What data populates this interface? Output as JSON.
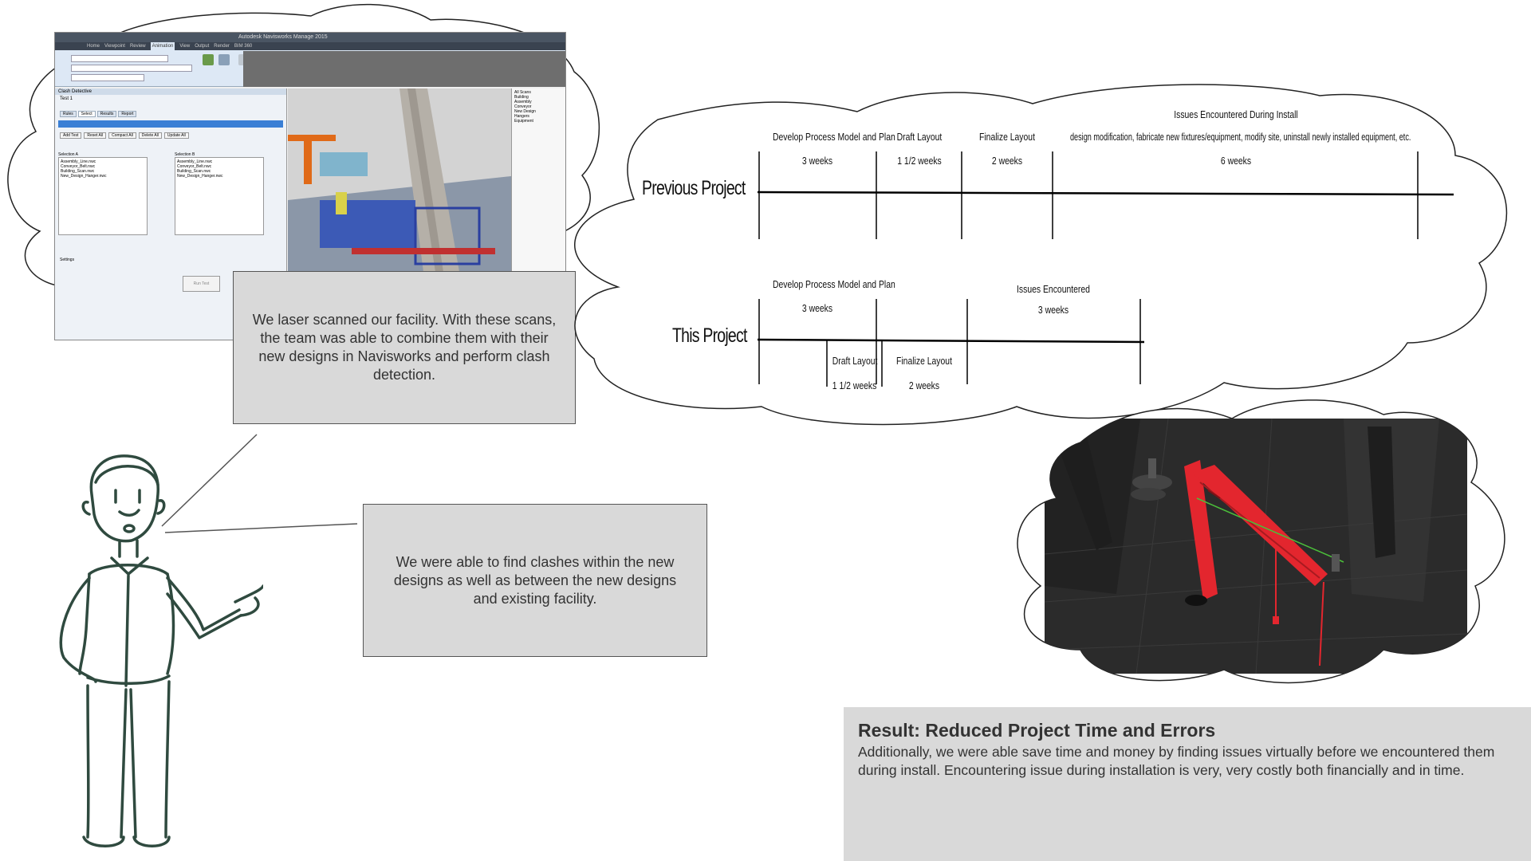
{
  "navisworks": {
    "title_bar": "Autodesk Navisworks Manage 2015",
    "ribbon_tabs": [
      "Home",
      "Viewpoint",
      "Review",
      "Animation",
      "View",
      "Output",
      "Render",
      "BIM 360"
    ],
    "panel_title": "Clash Detective",
    "test_name": "Test 1",
    "tabs": [
      "Rules",
      "Select",
      "Results",
      "Report"
    ],
    "buttons": [
      "Add Test",
      "Reset All",
      "Compact All",
      "Delete All",
      "Update All"
    ],
    "selection_a_label": "Selection A",
    "selection_b_label": "Selection B",
    "selection_files": [
      "Assembly_Line.nwc",
      "Conveyor_Belt.nwc",
      "Building_Scan.nwc",
      "New_Design_Hanger.nwc"
    ],
    "settings_label": "Settings",
    "run_button": "Run Test",
    "tree_items": [
      "All Scans",
      "Building",
      "Assembly",
      "Conveyor",
      "New Design",
      "Hangers",
      "Equipment"
    ]
  },
  "caption1": {
    "text": "We laser scanned our facility.  With these scans, the team was able to combine them with their new designs in Navisworks and perform clash detection."
  },
  "caption2": {
    "text": "We were able to find clashes within the new designs as well as between the new designs and existing facility."
  },
  "timeline": {
    "previous": {
      "label": "Previous Project",
      "phases": [
        {
          "name": "Develop Process Model and Plan",
          "duration": "3 weeks"
        },
        {
          "name": "Draft Layout",
          "duration": "1 1/2 weeks"
        },
        {
          "name": "Finalize Layout",
          "duration": "2 weeks"
        },
        {
          "name": "Issues Encountered During Install",
          "detail": "design modification, fabricate new fixtures/equipment, modify site, uninstall newly installed equipment, etc.",
          "duration": "6 weeks"
        }
      ]
    },
    "current": {
      "label": "This Project",
      "phases": [
        {
          "name": "Develop Process Model and Plan",
          "duration": "3 weeks"
        },
        {
          "name": "Draft Layout",
          "duration": "1 1/2 weeks"
        },
        {
          "name": "Finalize Layout",
          "duration": "2 weeks"
        },
        {
          "name": "Issues Encountered",
          "duration": "3 weeks"
        }
      ]
    }
  },
  "result": {
    "title": "Result:  Reduced Project Time and Errors",
    "body": "Additionally, we were able save time and money by finding issues virtually before we encountered them during install.  Encountering issue during installation is very, very costly both financially and in time."
  },
  "colors": {
    "caption_bg": "#d9d9d9",
    "crane_red": "#e3262e",
    "render_bg": "#2b2b2b",
    "ribbon_blue": "#dde8f5",
    "selection_blue": "#3a7fd5"
  }
}
